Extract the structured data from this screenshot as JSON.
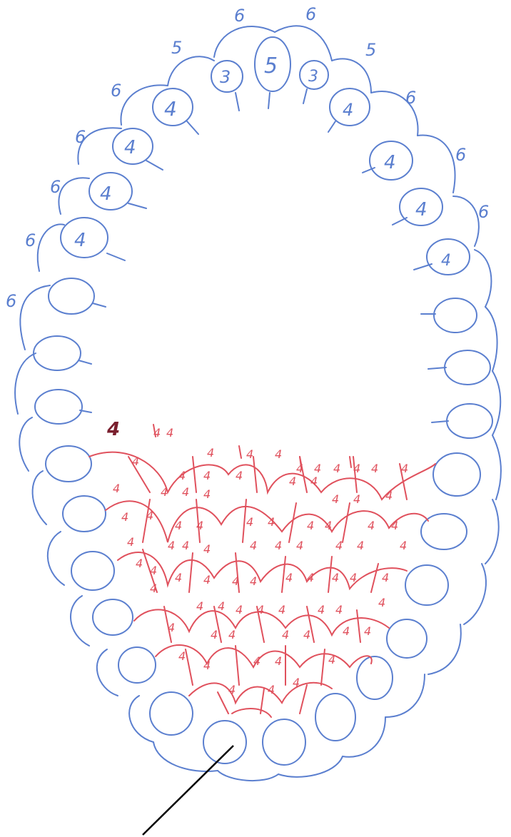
{
  "colors": {
    "outline": "#5b7fcf",
    "fill": "#7a1f2e",
    "pointer": "#000000",
    "background": "#ffffff"
  },
  "outer_labels": {
    "top_left": [
      "6",
      "5",
      "6",
      "6",
      "6",
      "6",
      "6"
    ],
    "top_right": [
      "6",
      "5",
      "6",
      "6",
      "6"
    ]
  },
  "inner_labels": {
    "top_center": "5",
    "left_three": "3",
    "right_three": "3",
    "left_fours": [
      "4",
      "4",
      "4",
      "4"
    ],
    "right_fours": [
      "4",
      "4",
      "4",
      "4"
    ]
  },
  "fill_label": "4"
}
